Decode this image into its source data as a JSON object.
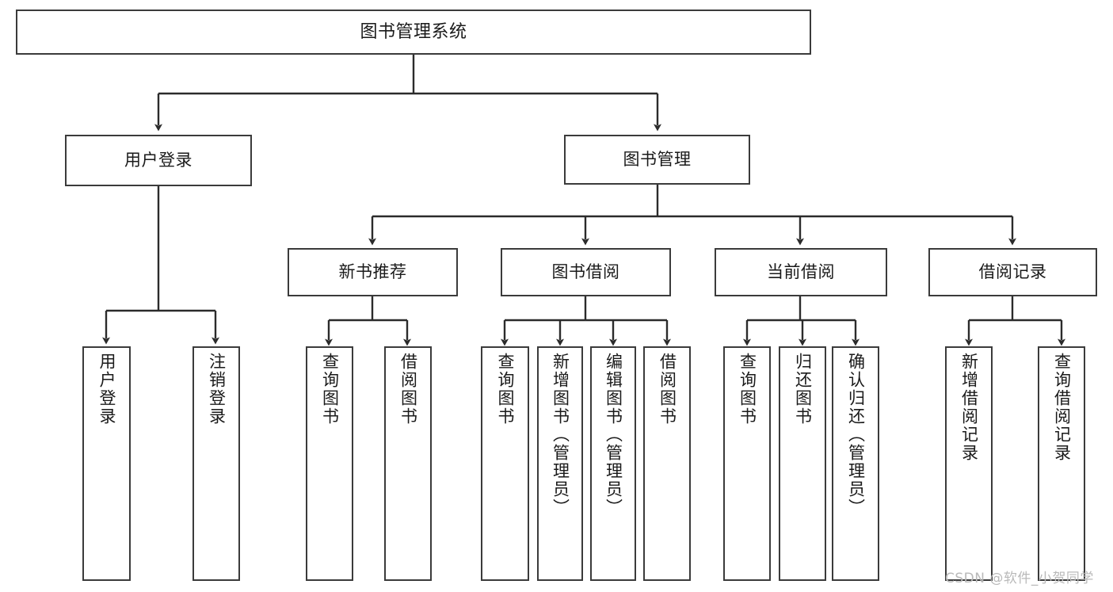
{
  "diagram": {
    "title": "图书管理系统",
    "type": "tree",
    "watermark": "CSDN @软件_小贺同学",
    "colors": {
      "border": "#3b3b3b",
      "background": "#ffffff",
      "text": "#1a1a1a",
      "edge": "#2b2b2b",
      "watermark": "#b9b9b9"
    },
    "levels": {
      "root": {
        "label": "图书管理系统"
      },
      "level1": [
        {
          "label": "用户登录"
        },
        {
          "label": "图书管理"
        }
      ],
      "level2": [
        {
          "label": "新书推荐"
        },
        {
          "label": "图书借阅"
        },
        {
          "label": "当前借阅"
        },
        {
          "label": "借阅记录"
        }
      ],
      "leaves": {
        "user_login": [
          {
            "label": "用户登录"
          },
          {
            "label": "注销登录"
          }
        ],
        "new_book": [
          {
            "label": "查询图书"
          },
          {
            "label": "借阅图书"
          }
        ],
        "book_borrow": [
          {
            "label": "查询图书"
          },
          {
            "label": "新增图书（管理员）"
          },
          {
            "label": "编辑图书（管理员）"
          },
          {
            "label": "借阅图书"
          }
        ],
        "current_borrow": [
          {
            "label": "查询图书"
          },
          {
            "label": "归还图书"
          },
          {
            "label": "确认归还（管理员）"
          }
        ],
        "borrow_record": [
          {
            "label": "新增借阅记录"
          },
          {
            "label": "查询借阅记录"
          }
        ]
      }
    }
  }
}
